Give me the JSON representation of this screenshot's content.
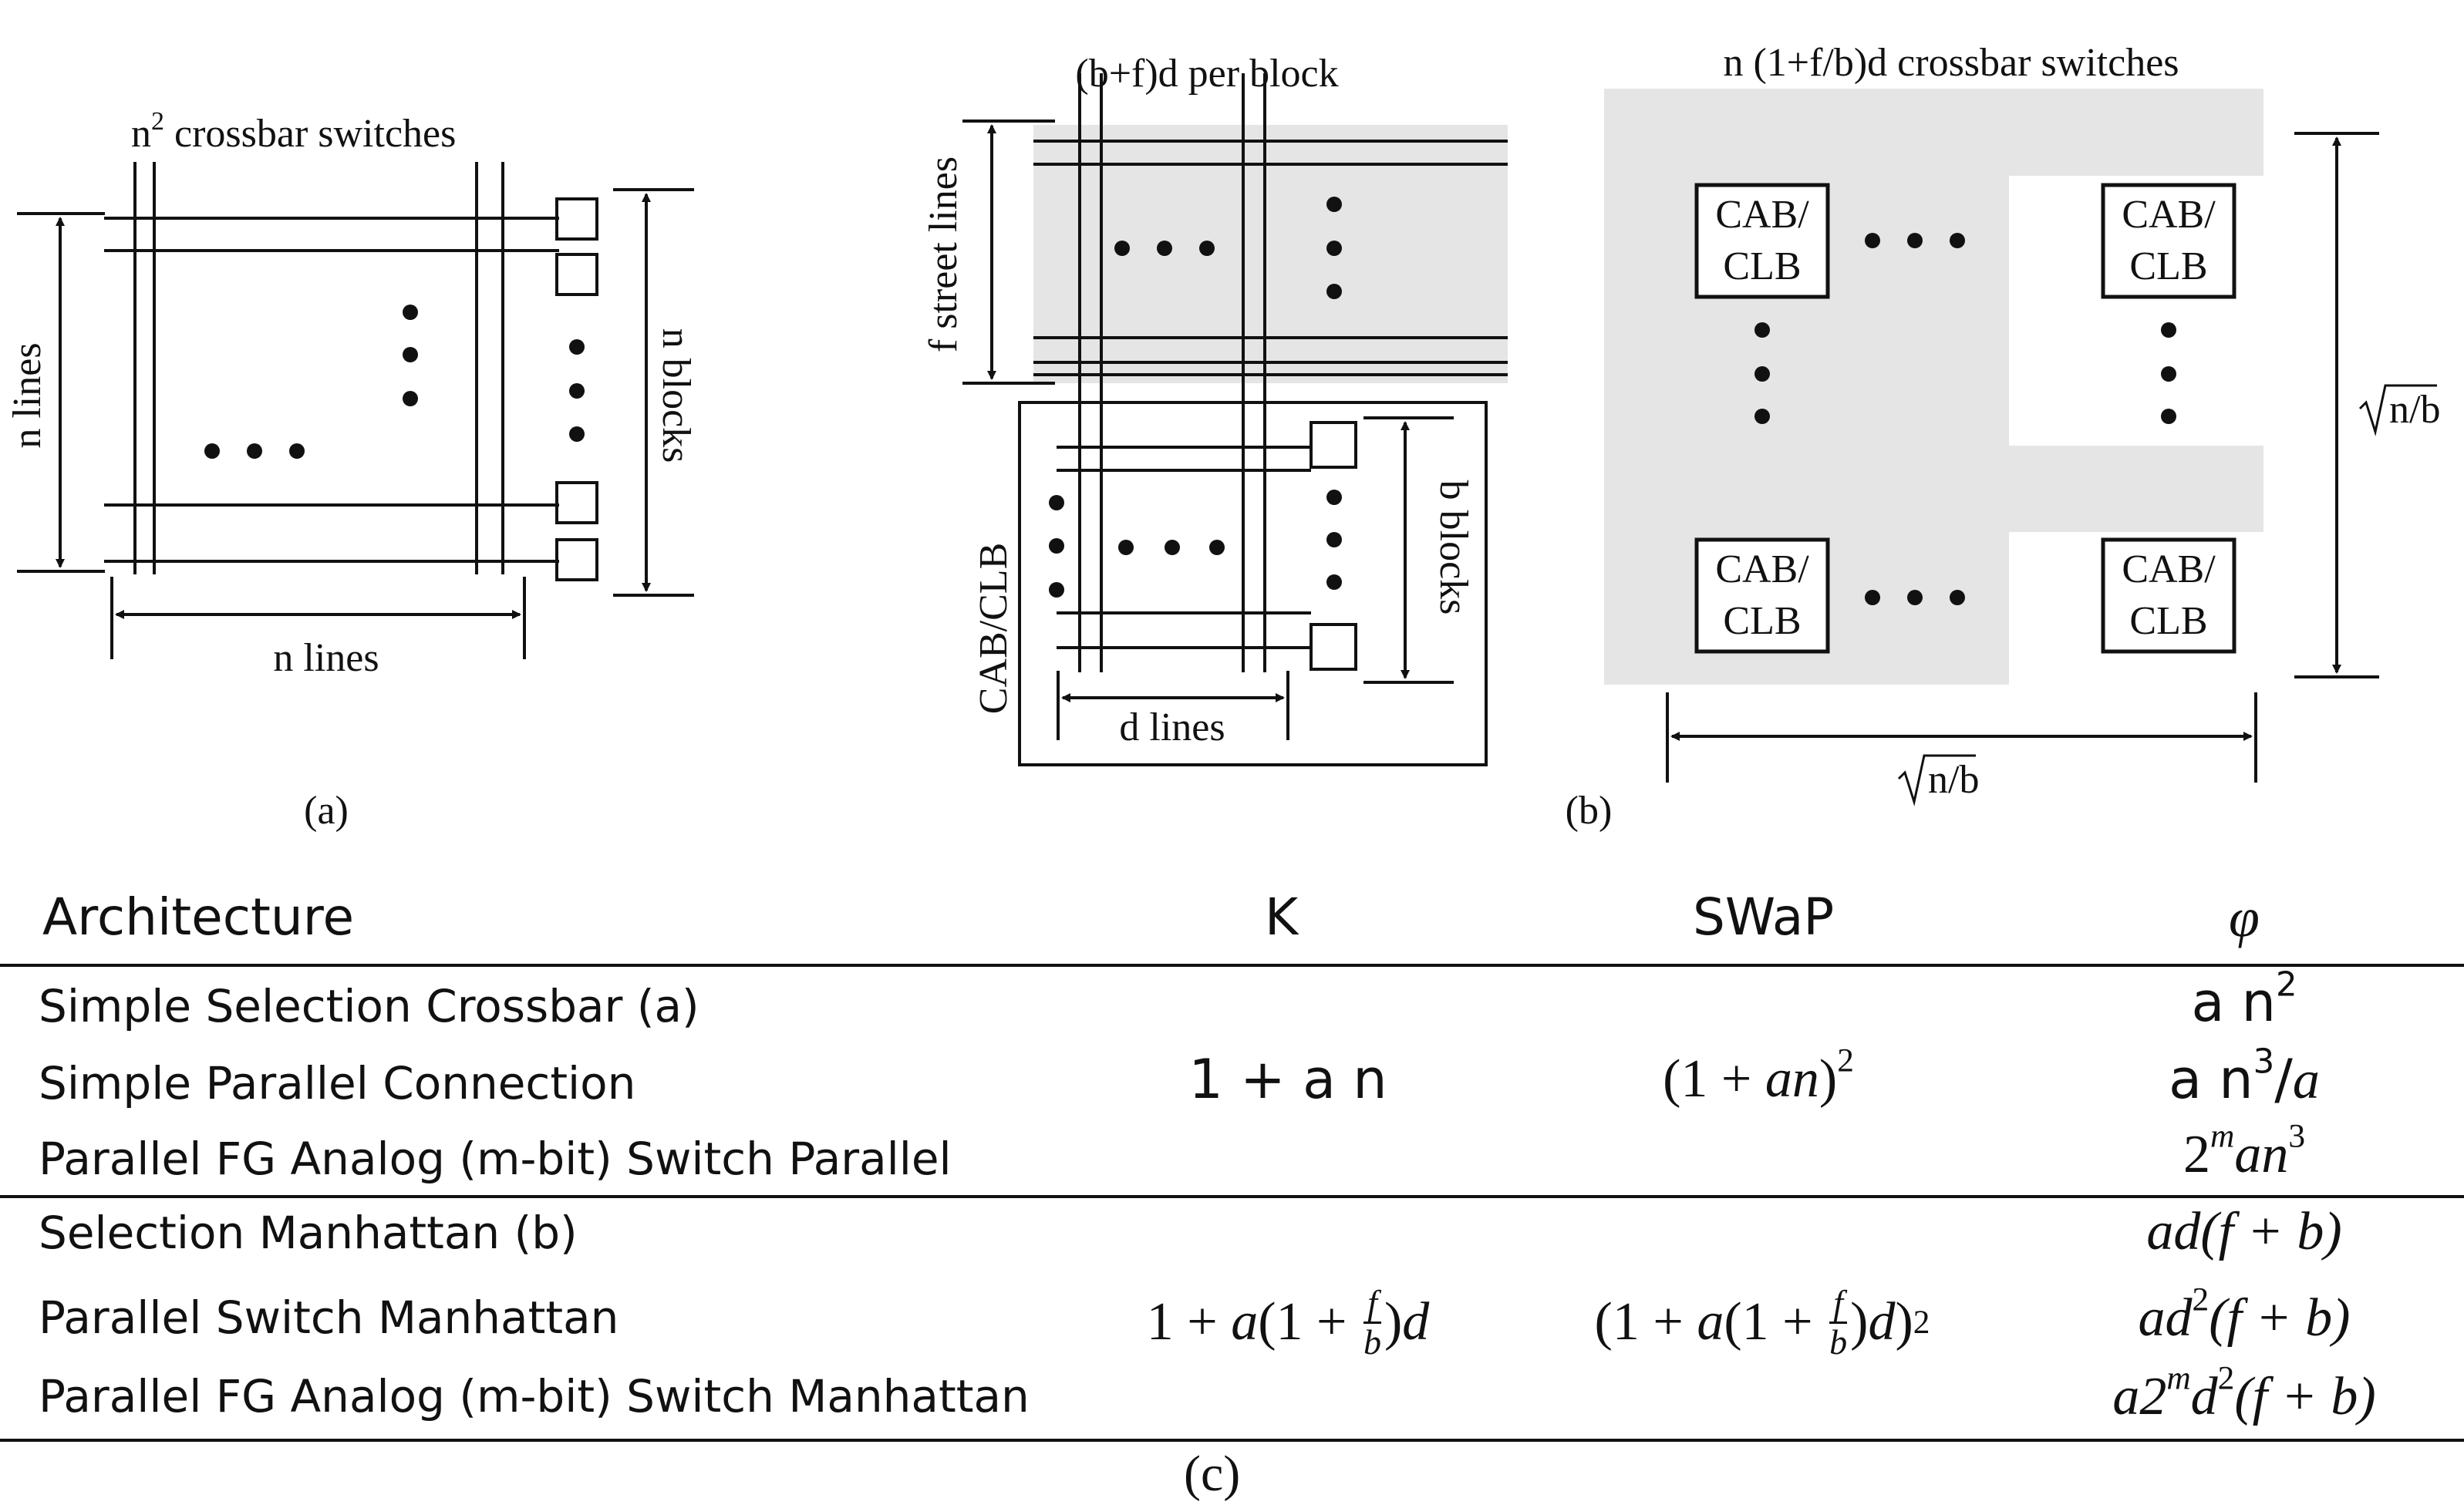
{
  "panel_a": {
    "top_label_prefix": "n",
    "top_label_sup": "2",
    "top_label_suffix": " crossbar switches",
    "left_label": "n lines",
    "right_label": "n blocks",
    "bottom_label": "n lines",
    "caption": "(a)"
  },
  "panel_b": {
    "top_label": "(b+f)d per block",
    "street_label": "f street lines",
    "block_label": "CAB/CLB",
    "blocks_label": "b blocks",
    "d_lines_label": "d lines",
    "right_top_label": "n (1+f/b)d crossbar switches",
    "cell_line1": "CAB/",
    "cell_line2": "CLB",
    "sqrt_label": "n/b",
    "caption": "(b)"
  },
  "table": {
    "headers": {
      "architecture": "Architecture",
      "k": "K",
      "swap": "SWaP",
      "phi": "φ"
    },
    "group1": {
      "rows": [
        "Simple Selection Crossbar (a)",
        "Simple Parallel Connection",
        "Parallel FG Analog (m-bit) Switch Parallel"
      ],
      "k": "1 + a n",
      "swap_base": "(1 + ",
      "swap_var": "an",
      "swap_close": ")",
      "swap_exp": "2",
      "phi1_base": "a n",
      "phi1_exp": "2",
      "phi2_base": "a n",
      "phi2_exp": "3",
      "phi2_tail": "/",
      "phi2_var": "a",
      "phi3_base": "2",
      "phi3_exp": "m",
      "phi3_mid": "an",
      "phi3_exp2": "3"
    },
    "group2": {
      "rows": [
        "Selection Manhattan (b)",
        "Parallel Switch Manhattan",
        "Parallel FG Analog (m-bit) Switch Manhattan"
      ],
      "k_prefix": "1 + ",
      "k_a": "a",
      "k_open": "(1 + ",
      "frac_num": "f",
      "frac_den": "b",
      "k_close": ")",
      "k_d": "d",
      "swap_prefix": "(1 + ",
      "swap_a": "a",
      "swap_open": "(1 + ",
      "swap_close": ")",
      "swap_d": "d",
      "swap_end": ")",
      "swap_exp": "2",
      "phi1": "ad(f + b)",
      "phi2_a": "ad",
      "phi2_exp": "2",
      "phi2_tail": "(f + b)",
      "phi3_a": "a2",
      "phi3_exp": "m",
      "phi3_d": "d",
      "phi3_exp2": "2",
      "phi3_tail": "(f + b)"
    },
    "caption": "(c)"
  }
}
